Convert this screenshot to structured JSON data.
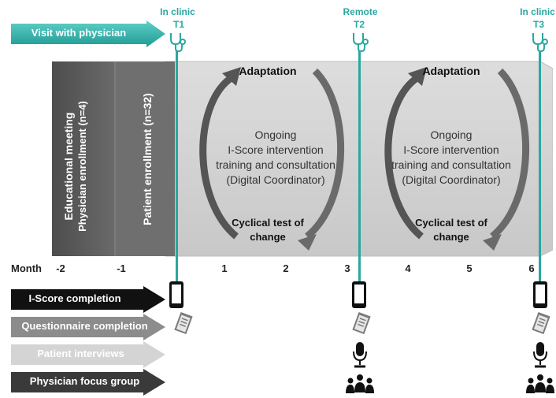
{
  "visit_label": "Visit with physician",
  "timepoints": [
    {
      "location": "In clinic",
      "name": "T1"
    },
    {
      "location": "Remote",
      "name": "T2"
    },
    {
      "location": "In clinic",
      "name": "T3"
    }
  ],
  "blocks": {
    "educational": {
      "line1": "Educational meeting",
      "line2": "Physician enrollment (n=4)"
    },
    "patient": {
      "text": "Patient enrollment (n=32)"
    }
  },
  "cycles": [
    {
      "top": "Adaptation",
      "center": [
        "Ongoing",
        "I-Score intervention",
        "training and consultation",
        "(Digital Coordinator)"
      ],
      "bottom": [
        "Cyclical test of",
        "change"
      ]
    },
    {
      "top": "Adaptation",
      "center": [
        "Ongoing",
        "I-Score intervention",
        "training and consultation",
        "(Digital Coordinator)"
      ],
      "bottom": [
        "Cyclical test of",
        "change"
      ]
    }
  ],
  "month_axis": {
    "label": "Month",
    "ticks": [
      "-2",
      "-1",
      "1",
      "2",
      "3",
      "4",
      "5",
      "6"
    ]
  },
  "activities": [
    {
      "label": "I-Score completion",
      "icon": "smartphone-icon",
      "color": "#111111",
      "text_color": "#ffffff"
    },
    {
      "label": "Questionnaire  completion",
      "icon": "clipboard-icon",
      "color": "#8c8c8c",
      "text_color": "#ffffff"
    },
    {
      "label": "Patient interviews",
      "icon": "microphone-icon",
      "color": "#d4d4d4",
      "text_color": "#ffffff"
    },
    {
      "label": "Physician focus group",
      "icon": "group-icon",
      "color": "#3a3a3a",
      "text_color": "#ffffff"
    }
  ],
  "colors": {
    "teal": "#2aa7a0",
    "dark_gray": "#5a5a5a",
    "mid_gray": "#6e6e6e",
    "light_gray": "#cfcfcf"
  }
}
